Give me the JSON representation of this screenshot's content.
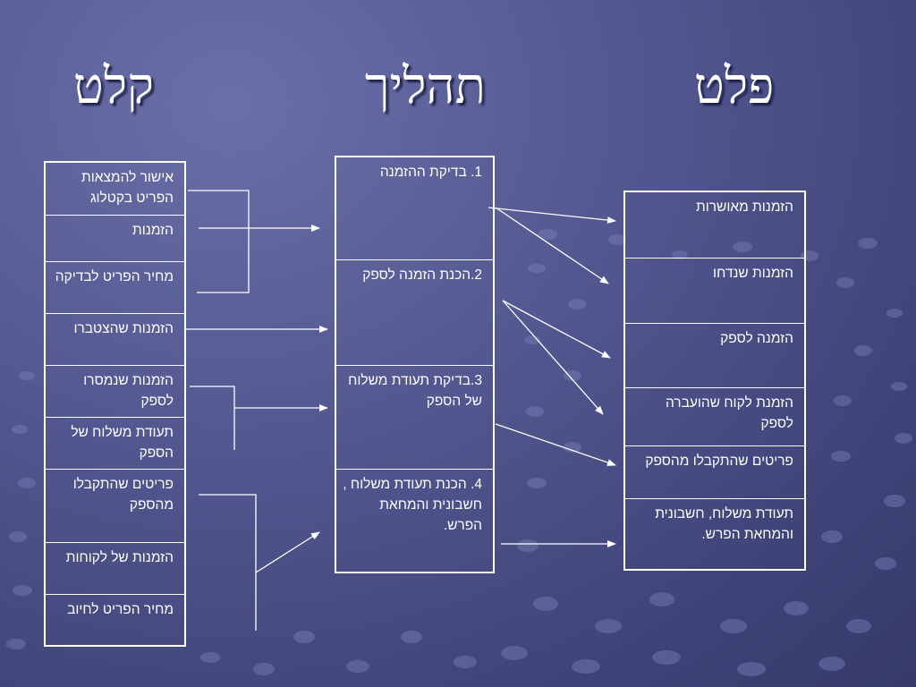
{
  "titles": {
    "input": "קלט",
    "process": "תהליך",
    "output": "פלט"
  },
  "input_items": [
    "אישור להמצאות הפריט בקטלוג",
    "הזמנות",
    "מחיר הפריט לבדיקה",
    "הזמנות שהצטברו",
    "הזמנות שנמסרו לספק",
    "תעודת משלוח של הספק",
    "פריטים שהתקבלו מהספק",
    "הזמנות של לקוחות",
    "מחיר הפריט לחיוב"
  ],
  "process_steps": [
    "1. בדיקת ההזמנה",
    "2.הכנת הזמנה לספק",
    "3.בדיקת תעודת משלוח של הספק",
    "4. הכנת תעודת משלוח , חשבונית והמחאת הפרש."
  ],
  "output_items": [
    "הזמנות מאושרות",
    "הזמנות שנדחו",
    "הזמנה לספק",
    "הזמנת לקוח שהועברה לספק",
    "פריטים שהתקבלו מהספק",
    "תעודת משלוח, חשבונית והמחאת הפרש."
  ],
  "colors": {
    "background": "#4a4f87",
    "line": "#ffffff",
    "text": "#ffffff"
  }
}
